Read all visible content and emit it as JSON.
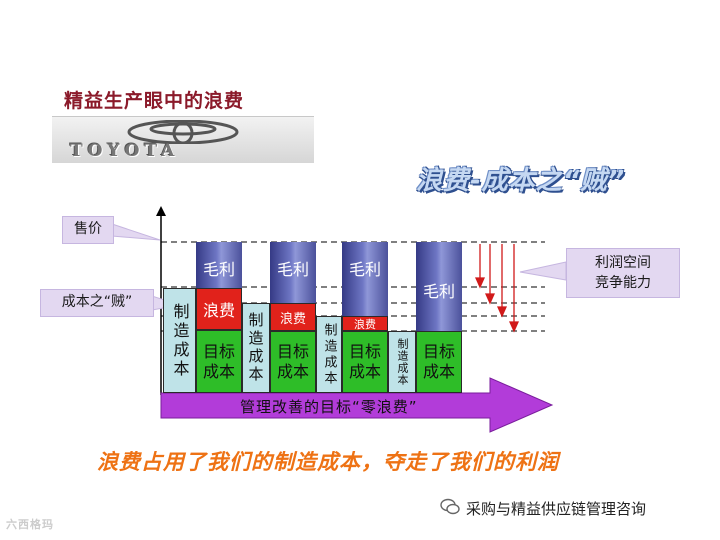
{
  "title": "精益生产眼中的浪费",
  "logo": {
    "text": "TOYOTA"
  },
  "subtitle": "浪费-成本之“贼”",
  "labels": {
    "price": "售价",
    "thief": "成本之“贼”",
    "space_line1": "利润空间",
    "space_line2": "竞争能力"
  },
  "columns": [
    {
      "id": "c1",
      "text": "制造成本"
    },
    {
      "id": "c2-margin",
      "text": "毛利"
    },
    {
      "id": "c2-waste",
      "text": "浪费"
    },
    {
      "id": "c2-target",
      "text": "目标成本"
    },
    {
      "id": "c3",
      "text": "制造成本"
    },
    {
      "id": "c4-margin",
      "text": "毛利"
    },
    {
      "id": "c4-waste",
      "text": "浪费"
    },
    {
      "id": "c4-target",
      "text": "目标成本"
    },
    {
      "id": "c5",
      "text": "制造成本"
    },
    {
      "id": "c6-margin",
      "text": "毛利"
    },
    {
      "id": "c6-waste",
      "text": "浪费"
    },
    {
      "id": "c6-target",
      "text": "目标成本"
    },
    {
      "id": "c7",
      "text": "制造成本"
    },
    {
      "id": "c8-margin",
      "text": "毛利"
    },
    {
      "id": "c8-target",
      "text": "目标成本"
    }
  ],
  "arrow_label": "管理改善的目标“零浪费”",
  "bottom_text": "浪费占用了我们的制造成本，夺走了我们的利润",
  "watermark_right": "采购与精益供应链管理咨询",
  "watermark_left": "六西格玛",
  "colors": {
    "title": "#8b1a2a",
    "waste": "#e1221b",
    "target": "#2ebd28",
    "cost": "#bfe3e8",
    "margin": "#4b519b",
    "arrow": "#b23cd9",
    "callout": "#e3d8f1",
    "bottom_text": "#ee7214"
  }
}
